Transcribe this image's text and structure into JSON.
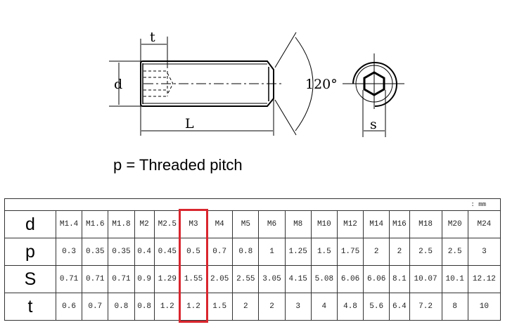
{
  "drawing": {
    "labels": {
      "t": "t",
      "d": "d",
      "L": "L",
      "angle": "120°",
      "s": "s"
    }
  },
  "note": "p = Threaded pitch",
  "table": {
    "unit": ": mm",
    "highlight_column": "M3",
    "highlight_color": "#d9262e",
    "rows": [
      {
        "label": "d",
        "values": [
          "M1.4",
          "M1.6",
          "M1.8",
          "M2",
          "M2.5",
          "M3",
          "M4",
          "M5",
          "M6",
          "M8",
          "M10",
          "M12",
          "M14",
          "M16",
          "M18",
          "M20",
          "M24"
        ]
      },
      {
        "label": "p",
        "values": [
          "0.3",
          "0.35",
          "0.35",
          "0.4",
          "0.45",
          "0.5",
          "0.7",
          "0.8",
          "1",
          "1.25",
          "1.5",
          "1.75",
          "2",
          "2",
          "2.5",
          "2.5",
          "3"
        ]
      },
      {
        "label": "S",
        "values": [
          "0.71",
          "0.71",
          "0.71",
          "0.9",
          "1.29",
          "1.55",
          "2.05",
          "2.55",
          "3.05",
          "4.15",
          "5.08",
          "6.06",
          "6.06",
          "8.1",
          "10.07",
          "10.1",
          "12.12"
        ]
      },
      {
        "label": "t",
        "values": [
          "0.6",
          "0.7",
          "0.8",
          "0.8",
          "1.2",
          "1.2",
          "1.5",
          "2",
          "2",
          "3",
          "4",
          "4.8",
          "5.6",
          "6.4",
          "7.2",
          "8",
          "10"
        ]
      }
    ]
  }
}
